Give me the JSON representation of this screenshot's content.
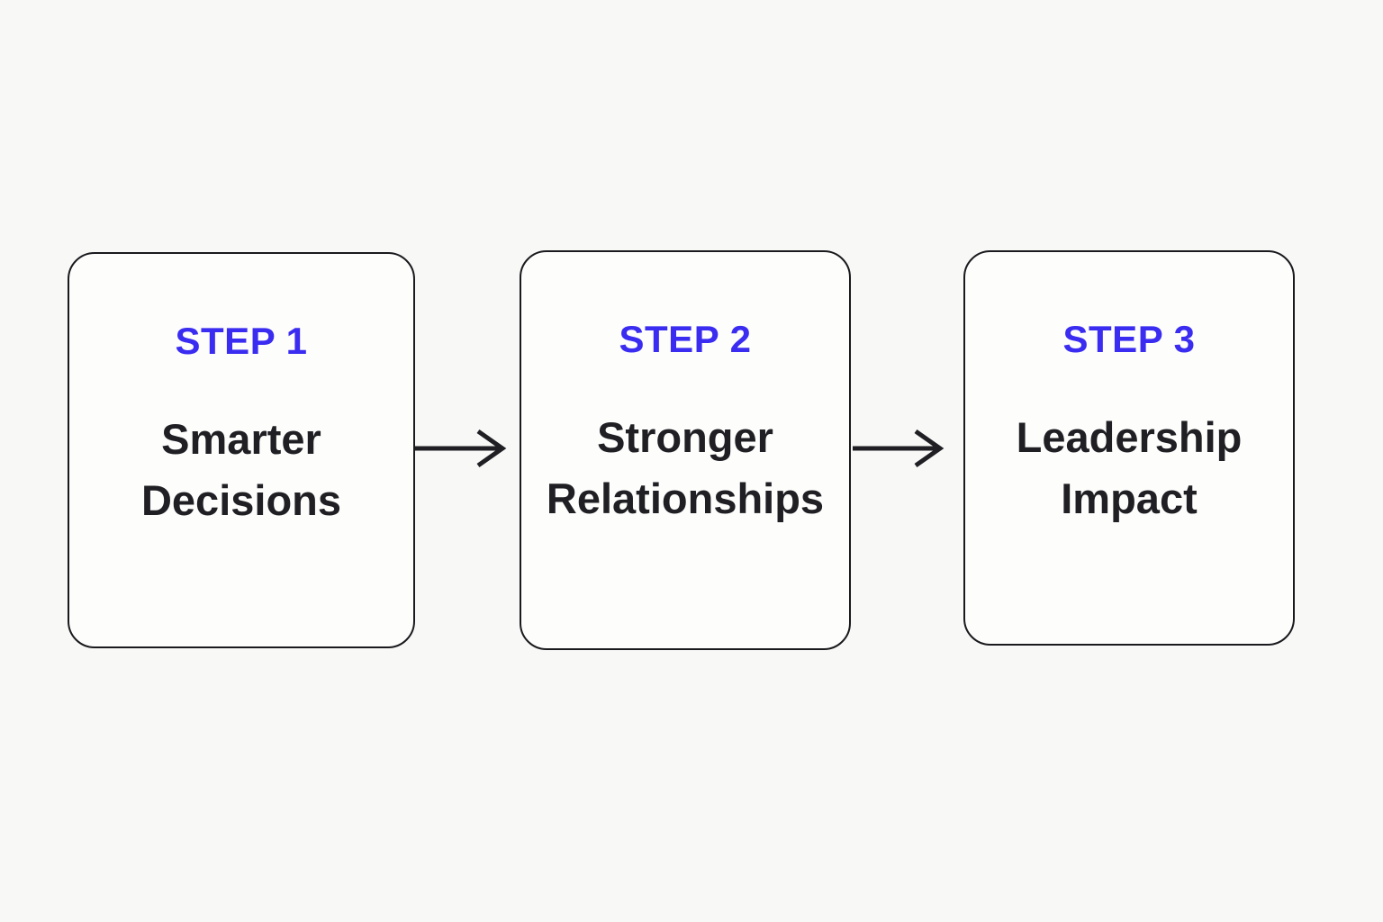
{
  "diagram": {
    "type": "flow",
    "direction": "left-to-right",
    "colors": {
      "bg": "#f8f8f6",
      "box-fill": "#fdfdfc",
      "border": "#1a1a1e",
      "accent": "#3a2cf0",
      "text": "#1f1f24",
      "line": "#1f1f24"
    },
    "steps": [
      {
        "label": "STEP 1",
        "title": "Smarter Decisions"
      },
      {
        "label": "STEP 2",
        "title": "Stronger Relationships"
      },
      {
        "label": "STEP 3",
        "title": "Leadership Impact"
      }
    ],
    "connectors": [
      {
        "from": "STEP 1",
        "to": "STEP 2",
        "type": "arrow-right"
      },
      {
        "from": "STEP 2",
        "to": "STEP 3",
        "type": "arrow-right"
      }
    ]
  }
}
